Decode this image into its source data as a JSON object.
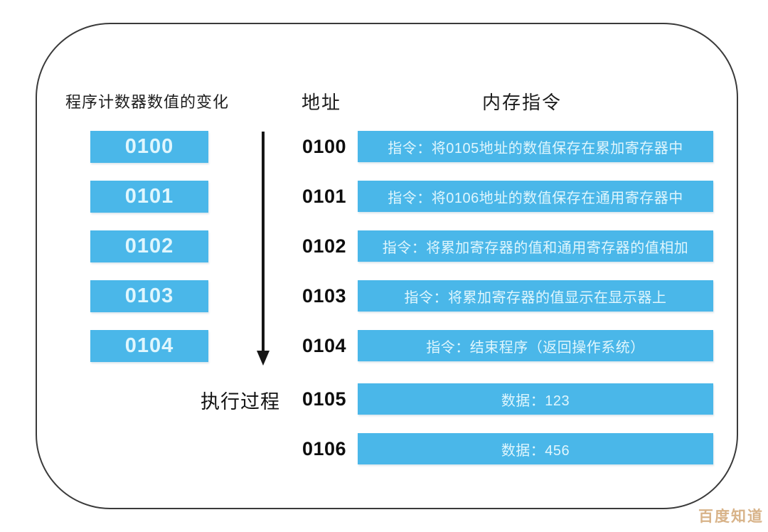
{
  "diagram": {
    "left_column": {
      "header": "程序计数器数值的变化",
      "boxes": [
        "0100",
        "0101",
        "0102",
        "0103",
        "0104"
      ],
      "arrow_label": "执行过程"
    },
    "memory_table": {
      "address_header": "地址",
      "instruction_header": "内存指令",
      "rows": [
        {
          "address": "0100",
          "content": "指令：将0105地址的数值保存在累加寄存器中"
        },
        {
          "address": "0101",
          "content": "指令：将0106地址的数值保存在通用寄存器中"
        },
        {
          "address": "0102",
          "content": "指令：将累加寄存器的值和通用寄存器的值相加"
        },
        {
          "address": "0103",
          "content": "指令：将累加寄存器的值显示在显示器上"
        },
        {
          "address": "0104",
          "content": "指令：结束程序（返回操作系统）"
        },
        {
          "address": "0105",
          "content": "数据：123"
        },
        {
          "address": "0106",
          "content": "数据：456"
        }
      ]
    },
    "watermark": "百度知道",
    "colors": {
      "box_blue": "#4ab7e9",
      "box_text": "#e0f6fd",
      "watermark": "#d8b389",
      "border": "#3a3a3a",
      "arrow": "#161616"
    }
  }
}
